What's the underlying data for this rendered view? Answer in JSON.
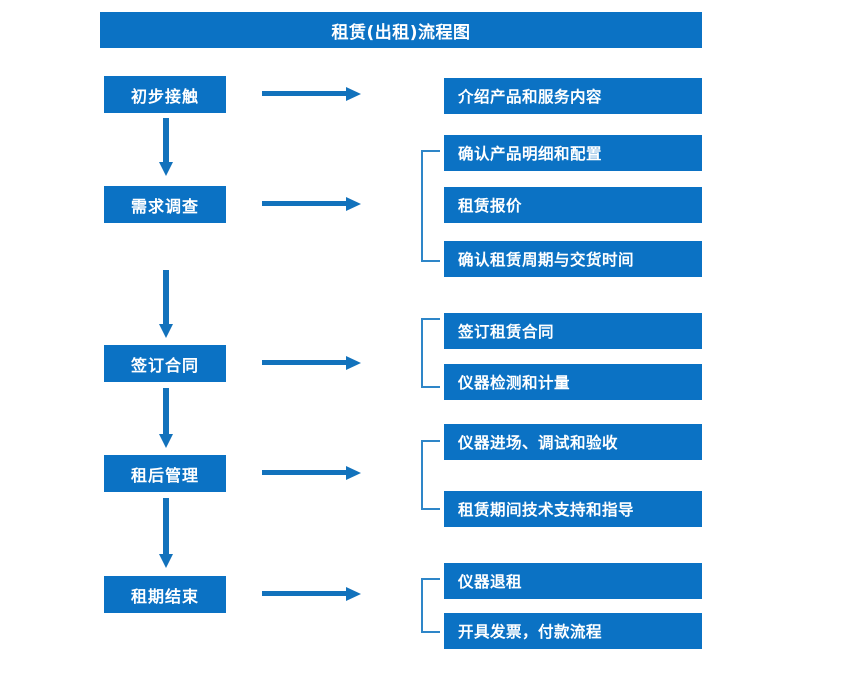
{
  "diagram": {
    "title": "租赁(出租)流程图",
    "accent_color": "#0B72C4",
    "bracket_color": "#2E86C8",
    "text_color": "#FFFFFF",
    "background_color": "#FFFFFF"
  },
  "stages": [
    {
      "label": "初步接触"
    },
    {
      "label": "需求调查"
    },
    {
      "label": "签订合同"
    },
    {
      "label": "租后管理"
    },
    {
      "label": "租期结束"
    }
  ],
  "details": [
    {
      "label": "介绍产品和服务内容"
    },
    {
      "label": "确认产品明细和配置"
    },
    {
      "label": "租赁报价"
    },
    {
      "label": "确认租赁周期与交货时间"
    },
    {
      "label": "签订租赁合同"
    },
    {
      "label": "仪器检测和计量"
    },
    {
      "label": "仪器进场、调试和验收"
    },
    {
      "label": "租赁期间技术支持和指导"
    },
    {
      "label": "仪器退租"
    },
    {
      "label": "开具发票，付款流程"
    }
  ],
  "connectors": {
    "flow_arrows_down": 4,
    "link_arrows_right": 5,
    "group_brackets": 4
  }
}
